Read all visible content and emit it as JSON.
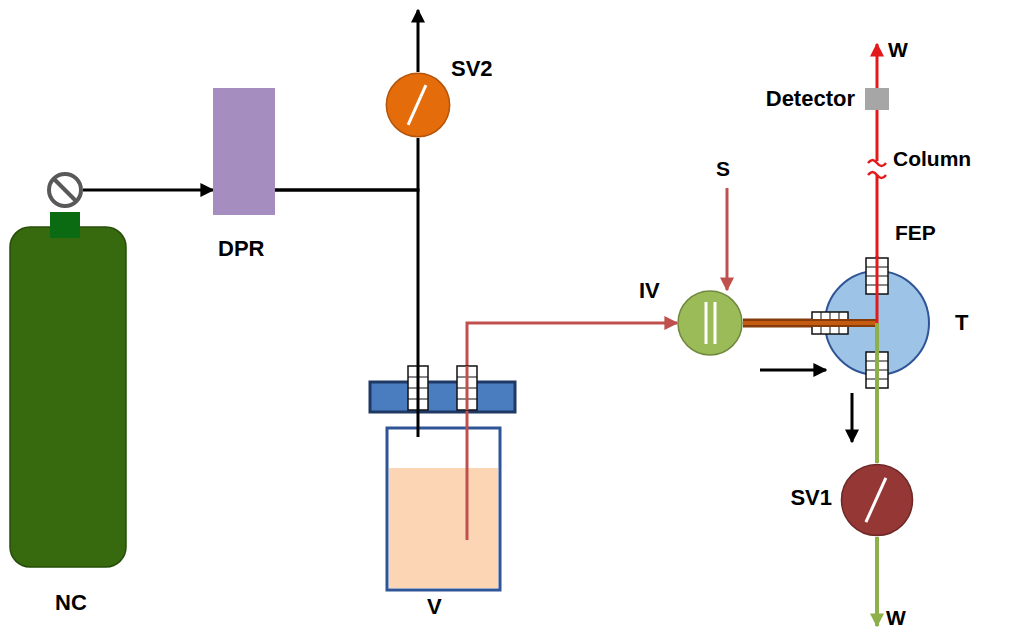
{
  "diagram": {
    "nodes": [
      {
        "text": [
          "NC"
        ]
      },
      {
        "text": [
          "DPR"
        ]
      },
      {
        "text": [
          "SV2"
        ]
      },
      {
        "text": [
          "V"
        ]
      },
      {
        "text": [
          "IV"
        ]
      },
      {
        "text": [
          "Detector"
        ]
      },
      {
        "text": [
          "T"
        ]
      },
      {
        "text": [
          "SV1"
        ]
      }
    ],
    "edges": [
      {
        "from": 0,
        "to": 1,
        "arrow": "to"
      },
      {
        "from": 1,
        "to": 2,
        "arrow": "none"
      },
      {
        "from": 1,
        "to": 3,
        "arrow": "none"
      },
      {
        "from": 3,
        "to": 4,
        "arrow": "to"
      },
      {
        "from": 4,
        "to": 6,
        "arrow": "none"
      },
      {
        "from": 6,
        "to": 5,
        "arrow": "none"
      },
      {
        "from": 6,
        "to": 7,
        "arrow": "none"
      }
    ],
    "labels": [
      "W",
      "Column",
      "FEP",
      "S",
      "W"
    ]
  }
}
